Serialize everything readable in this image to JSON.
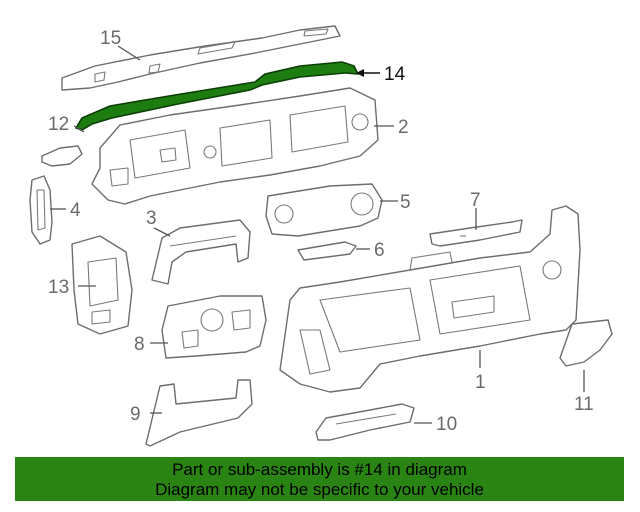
{
  "callouts": [
    {
      "id": "1",
      "label": "1"
    },
    {
      "id": "2",
      "label": "2"
    },
    {
      "id": "3",
      "label": "3"
    },
    {
      "id": "4",
      "label": "4"
    },
    {
      "id": "5",
      "label": "5"
    },
    {
      "id": "6",
      "label": "6"
    },
    {
      "id": "7",
      "label": "7"
    },
    {
      "id": "8",
      "label": "8"
    },
    {
      "id": "9",
      "label": "9"
    },
    {
      "id": "10",
      "label": "10"
    },
    {
      "id": "11",
      "label": "11"
    },
    {
      "id": "12",
      "label": "12"
    },
    {
      "id": "13",
      "label": "13"
    },
    {
      "id": "14",
      "label": "14"
    },
    {
      "id": "15",
      "label": "15"
    }
  ],
  "highlighted_part": "14",
  "colors": {
    "highlight": "#1e7d10",
    "banner": "#2a8414",
    "line": "#6d6d6d"
  },
  "banner": {
    "line1": "Part or sub-assembly is #14 in diagram",
    "line2": "Diagram may not be specific to your vehicle"
  }
}
